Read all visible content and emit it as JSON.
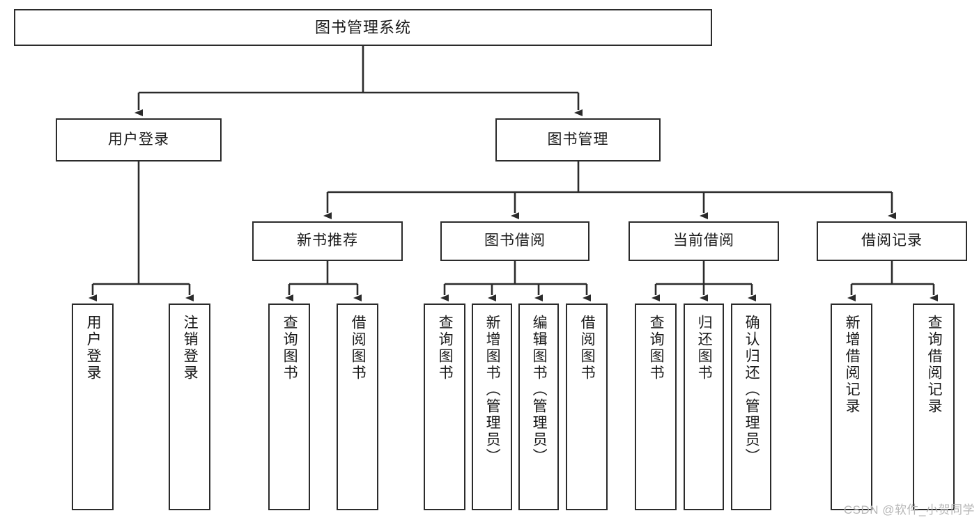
{
  "diagram": {
    "title": "图书管理系统",
    "type": "功能结构图",
    "watermark": "CSDN @软件_小贺同学",
    "colors": {
      "box_border": "#2b2b2b",
      "box_fill": "#ffffff",
      "connector": "#2b2b2b",
      "text": "#1a1a1a",
      "watermark": "#b6b6b6"
    },
    "root": {
      "label": "图书管理系统"
    },
    "level1": [
      {
        "label": "用户登录"
      },
      {
        "label": "图书管理"
      }
    ],
    "level2": [
      {
        "label": "新书推荐"
      },
      {
        "label": "图书借阅"
      },
      {
        "label": "当前借阅"
      },
      {
        "label": "借阅记录"
      }
    ],
    "leaves": {
      "user_login": [
        {
          "label": "用户登录"
        },
        {
          "label": "注销登录"
        }
      ],
      "new_book_recommend": [
        {
          "label": "查询图书"
        },
        {
          "label": "借阅图书"
        }
      ],
      "book_borrow": [
        {
          "label": "查询图书"
        },
        {
          "label": "新增图书（管理员）"
        },
        {
          "label": "编辑图书（管理员）"
        },
        {
          "label": "借阅图书"
        }
      ],
      "current_borrow": [
        {
          "label": "查询图书"
        },
        {
          "label": "归还图书"
        },
        {
          "label": "确认归还（管理员）"
        }
      ],
      "borrow_record": [
        {
          "label": "新增借阅记录"
        },
        {
          "label": "查询借阅记录"
        }
      ]
    }
  }
}
